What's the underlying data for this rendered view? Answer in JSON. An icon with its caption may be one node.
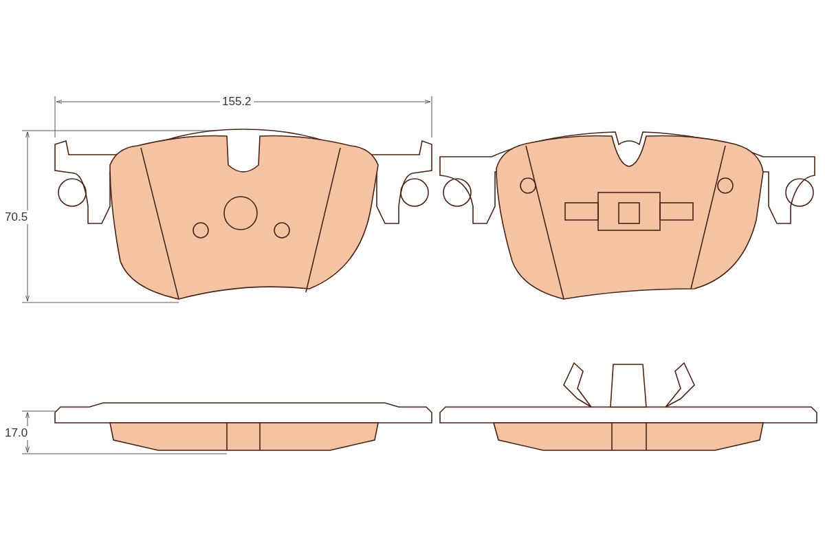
{
  "diagram": {
    "labels": [
      "155.2",
      "70.5",
      "17.0"
    ]
  }
}
